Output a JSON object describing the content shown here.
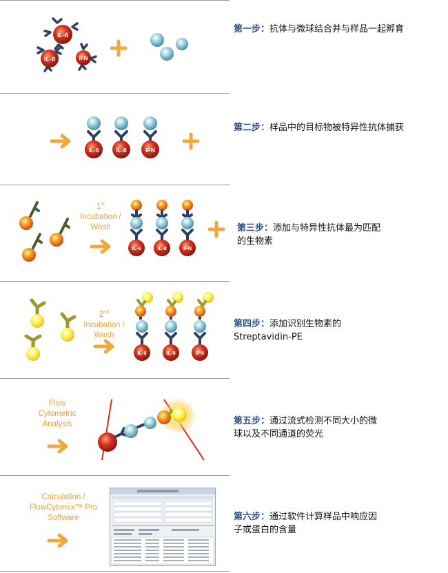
{
  "steps": [
    {
      "label": "第一步：",
      "text": "抗体与微球结合并与样品一起孵育"
    },
    {
      "label": "第二步：",
      "text": "样品中的目标物被特异性抗体捕获"
    },
    {
      "label": "第三步：",
      "text": "添加与特异性抗体最为匹配的生物素"
    },
    {
      "label": "第四步：",
      "text": "添加识别生物素的Streptavidin-PE"
    },
    {
      "label": "第五步：",
      "text": "通过流式检测不同大小的微球以及不同通道的荧光"
    },
    {
      "label": "第六步：",
      "text": "通过软件计算样品中响应因子或蛋白的含量"
    }
  ],
  "bead_labels": [
    "IL-6",
    "IL-8",
    "IFN"
  ],
  "annotations": {
    "incubation1_num": "1",
    "incubation1_sup": "st",
    "incubation1_text": "Incubation / Wash",
    "incubation2_num": "2",
    "incubation2_sup": "nd",
    "incubation2_text": "Incubation / Wash",
    "flow": "Flow Cytometric Analysis",
    "calc": "Calculation / FlowCytomix™ Pro Software"
  },
  "colors": {
    "step_label": "#2c4c83",
    "orange_text": "#e8a33c",
    "bead_red": "#c8261a",
    "antibody": "#2e3f66"
  }
}
